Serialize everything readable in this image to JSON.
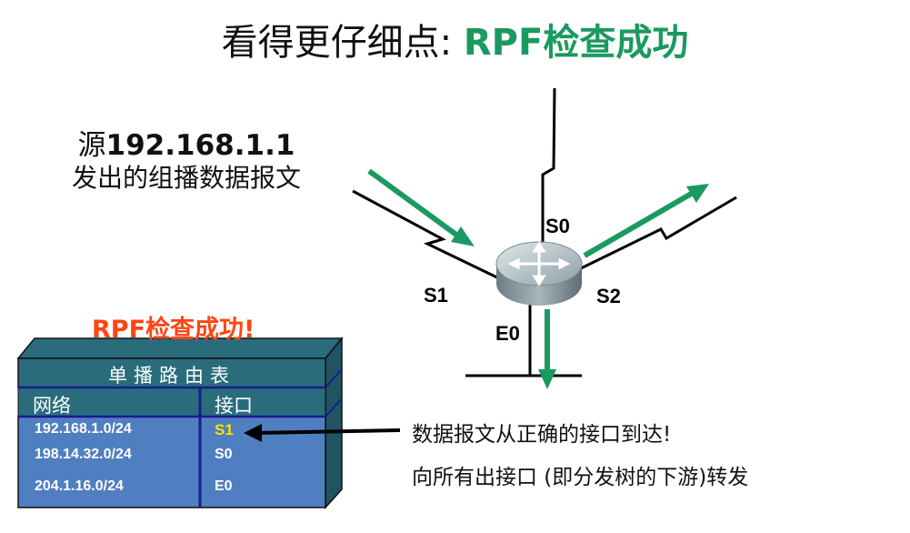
{
  "title": {
    "prefix": "看得更仔细点: ",
    "highlight": "RPF检查成功"
  },
  "source": {
    "line1_prefix": "源",
    "line1_ip": "192.168.1.1",
    "line2": "发出的组播数据报文"
  },
  "ports": {
    "s0": "S0",
    "s1": "S1",
    "s2": "S2",
    "e0": "E0"
  },
  "rpf_ok": "RPF检查成功!",
  "table": {
    "title": "单播路由表",
    "col_network": "网络",
    "col_interface": "接口",
    "rows": [
      {
        "network": "192.168.1.0/24",
        "interface": "S1"
      },
      {
        "network": "198.14.32.0/24",
        "interface": "S0"
      },
      {
        "network": "204.1.16.0/24",
        "interface": "E0"
      }
    ]
  },
  "callout": {
    "line1": "数据报文从正确的接口到达!",
    "line2": "向所有出接口 (即分发树的下游)转发"
  },
  "colors": {
    "arrow": "#1a9a60",
    "table_front": "#4f7fc0",
    "table_header": "#2a6c7c",
    "table_border": "#1a1a90",
    "rpf_ok": "#ff4411",
    "s1_highlight": "#ffe100"
  }
}
